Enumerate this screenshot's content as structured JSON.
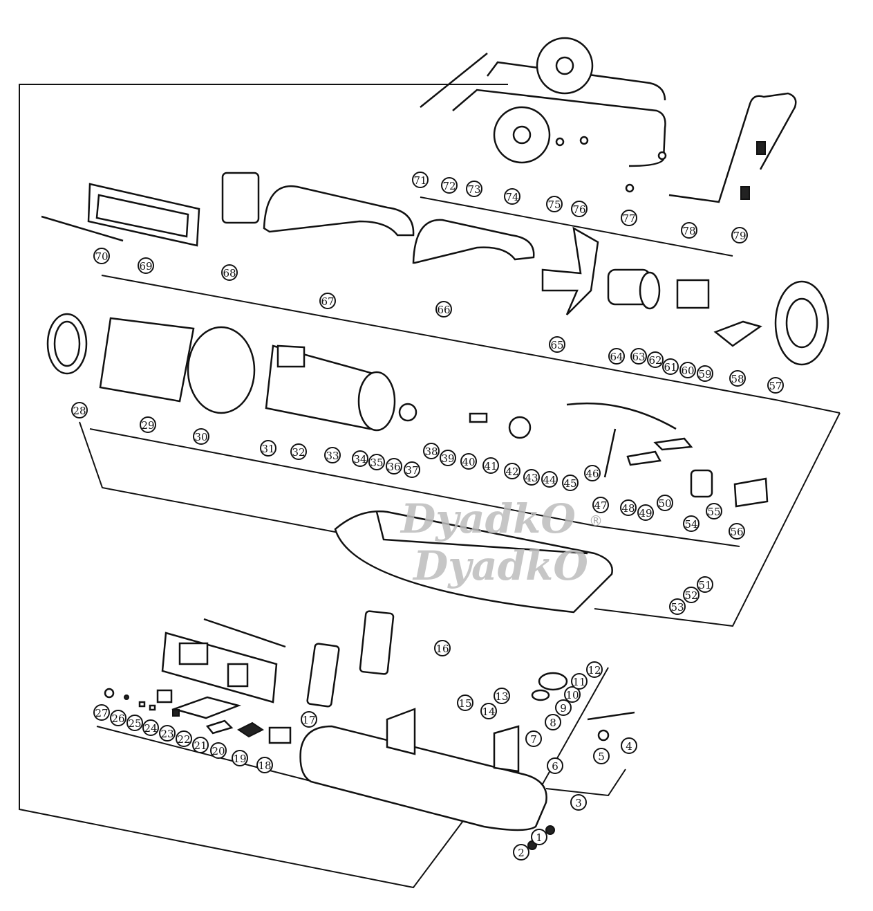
{
  "diagram": {
    "type": "exploded-parts-diagram",
    "watermark": {
      "text": "DyadkO",
      "mark": "®"
    },
    "part_numbers": [
      "1",
      "2",
      "3",
      "4",
      "5",
      "6",
      "7",
      "8",
      "9",
      "10",
      "11",
      "12",
      "13",
      "14",
      "15",
      "16",
      "17",
      "18",
      "19",
      "20",
      "21",
      "22",
      "23",
      "24",
      "25",
      "26",
      "27",
      "28",
      "29",
      "30",
      "31",
      "32",
      "33",
      "34",
      "35",
      "36",
      "37",
      "38",
      "39",
      "40",
      "41",
      "42",
      "43",
      "44",
      "45",
      "46",
      "47",
      "48",
      "49",
      "50",
      "51",
      "52",
      "53",
      "54",
      "55",
      "56",
      "57",
      "58",
      "59",
      "60",
      "61",
      "62",
      "63",
      "64",
      "65",
      "66",
      "67",
      "68",
      "69",
      "70",
      "71",
      "72",
      "73",
      "74",
      "75",
      "76",
      "77",
      "78",
      "79"
    ]
  }
}
